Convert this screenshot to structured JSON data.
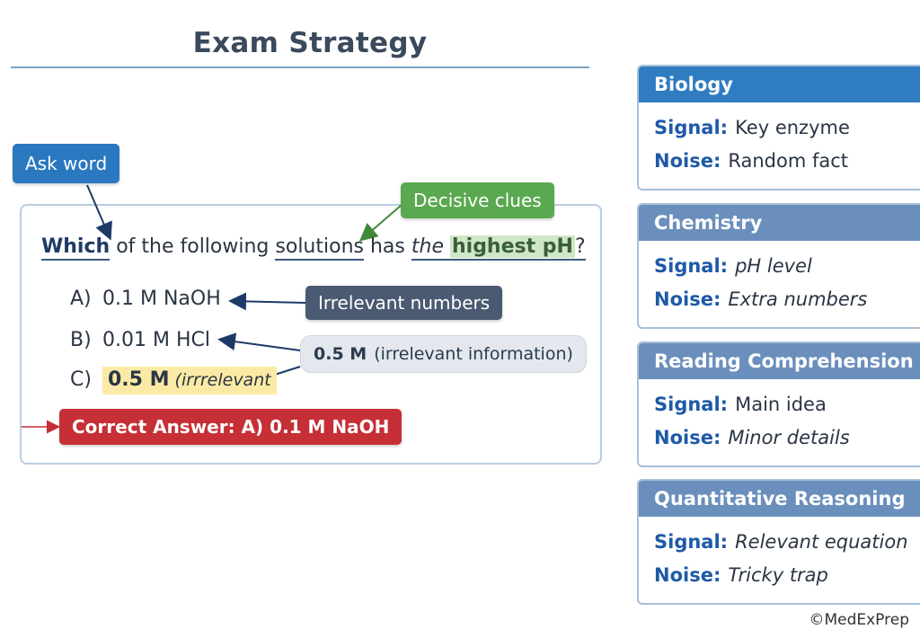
{
  "title": "Exam Strategy",
  "tags": {
    "ask_word": "Ask word",
    "decisive_clues": "Decisive clues",
    "irrelevant_numbers": "Irrelevant numbers",
    "half_molar_bold": "0.5 M",
    "half_molar_note": "(irrelevant information)",
    "correct_answer": "Correct Answer: A) 0.1 M NaOH"
  },
  "question": {
    "which": "Which",
    "of_the_following": "of the following",
    "solutions": "solutions",
    "has": "has",
    "the": "the",
    "highest_ph": "highest pH",
    "qmark": "?"
  },
  "options": [
    {
      "letter": "A)",
      "text": "0.1 M NaOH"
    },
    {
      "letter": "B)",
      "text": "0.01 M HCl"
    },
    {
      "letter": "C)",
      "bold": "0.5 M",
      "note": "(irrrelevant"
    }
  ],
  "cards": [
    {
      "subject": "Biology",
      "signal_label": "Signal:",
      "signal": "Key enzyme",
      "noise_label": "Noise:",
      "noise": "Random fact"
    },
    {
      "subject": "Chemistry",
      "signal_label": "Signal:",
      "signal": "pH level",
      "noise_label": "Noise:",
      "noise": "Extra numbers"
    },
    {
      "subject": "Reading Comprehension",
      "signal_label": "Signal:",
      "signal": "Main idea",
      "noise_label": "Noise:",
      "noise": "Minor details"
    },
    {
      "subject": "Quantitative Reasoning",
      "signal_label": "Signal:",
      "signal": "Relevant equation",
      "noise_label": "Noise:",
      "noise": "Tricky trap"
    }
  ],
  "copyright": "©MedExPrep",
  "colors": {
    "ask_blue": "#2a78bf",
    "clue_green": "#5aa84f",
    "irrelevant_slate": "#4a5a72",
    "answer_red": "#c62f35",
    "card_blue": "#2f7cc1",
    "card_slate": "#6a8fbd"
  }
}
